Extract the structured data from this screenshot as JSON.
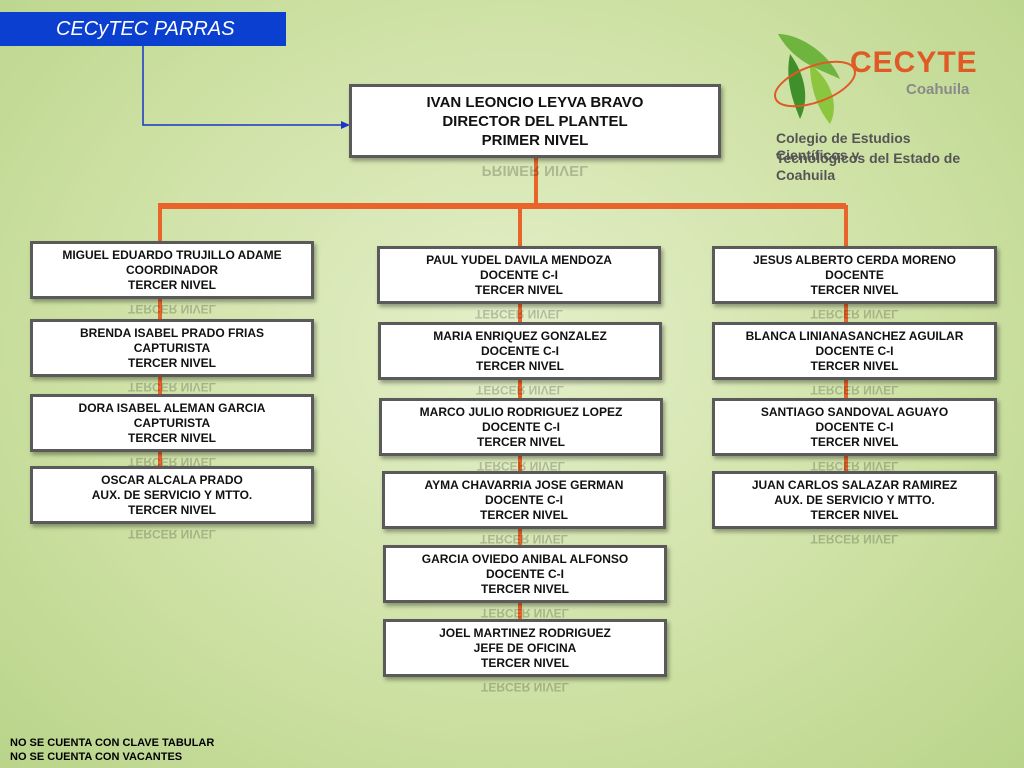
{
  "header": {
    "title": "CECyTEC PARRAS"
  },
  "logo": {
    "brand": "CECYTE",
    "region": "Coahuila",
    "line1": "Colegio de Estudios Científicos y",
    "line2": "Tecnológicos del Estado de Coahuila"
  },
  "director": {
    "line1": "IVAN  LEONCIO LEYVA BRAVO",
    "line2": "DIRECTOR DEL PLANTEL",
    "line3": "PRIMER NIVEL",
    "reflection": "PRIMER NIVEL"
  },
  "col1": [
    {
      "line1": "MIGUEL EDUARDO TRUJILLO ADAME",
      "line2": "COORDINADOR",
      "line3": "TERCER NIVEL"
    },
    {
      "line1": "BRENDA ISABEL PRADO FRIAS",
      "line2": "CAPTURISTA",
      "line3": "TERCER NIVEL"
    },
    {
      "line1": "DORA ISABEL ALEMAN GARCIA",
      "line2": "CAPTURISTA",
      "line3": "TERCER NIVEL"
    },
    {
      "line1": "OSCAR ALCALA PRADO",
      "line2": "AUX. DE SERVICIO Y MTTO.",
      "line3": "TERCER NIVEL"
    }
  ],
  "col2": [
    {
      "line1": "PAUL YUDEL DAVILA MENDOZA",
      "line2": "DOCENTE C-I",
      "line3": "TERCER NIVEL"
    },
    {
      "line1": "MARIA ENRIQUEZ GONZALEZ",
      "line2": "DOCENTE C-I",
      "line3": "TERCER NIVEL"
    },
    {
      "line1": "MARCO JULIO RODRIGUEZ LOPEZ",
      "line2": "DOCENTE C-I",
      "line3": "TERCER NIVEL"
    },
    {
      "line1": "AYMA CHAVARRIA JOSE GERMAN",
      "line2": "DOCENTE C-I",
      "line3": "TERCER NIVEL"
    },
    {
      "line1": "GARCIA OVIEDO ANIBAL ALFONSO",
      "line2": "DOCENTE C-I",
      "line3": "TERCER NIVEL"
    },
    {
      "line1": "JOEL MARTINEZ RODRIGUEZ",
      "line2": "JEFE DE OFICINA",
      "line3": "TERCER NIVEL"
    }
  ],
  "col3": [
    {
      "line1": "JESUS ALBERTO CERDA MORENO",
      "line2": "DOCENTE",
      "line3": "TERCER NIVEL"
    },
    {
      "line1": "BLANCA LINIANASANCHEZ AGUILAR",
      "line2": "DOCENTE C-I",
      "line3": "TERCER NIVEL"
    },
    {
      "line1": "SANTIAGO SANDOVAL AGUAYO",
      "line2": "DOCENTE C-I",
      "line3": "TERCER NIVEL"
    },
    {
      "line1": "JUAN CARLOS SALAZAR RAMIREZ",
      "line2": "AUX. DE SERVICIO Y MTTO.",
      "line3": "TERCER NIVEL"
    }
  ],
  "reflection_text": "TERCER NIVEL",
  "footer": {
    "line1": "NO SE CUENTA CON CLAVE TABULAR",
    "line2": "NO SE CUENTA CON VACANTES"
  },
  "colors": {
    "connector": "#e8642a",
    "header": "#0b3fd0",
    "arrow": "#1a35c8"
  }
}
